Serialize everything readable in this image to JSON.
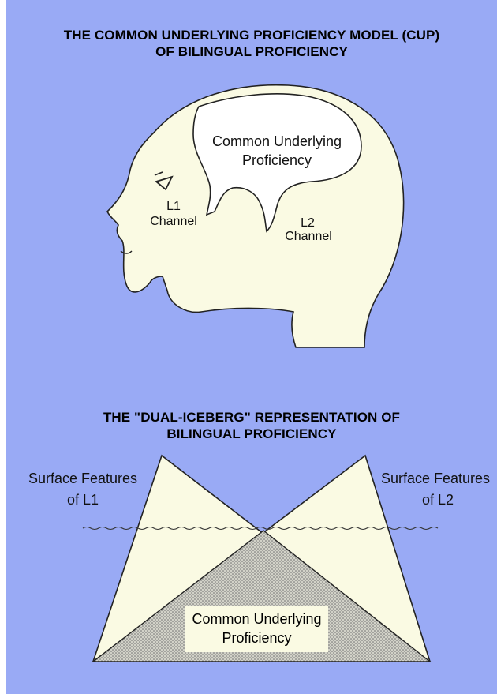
{
  "title_top": {
    "line1": "THE COMMON  UNDERLYING PROFICIENCY MODEL (CUP)",
    "line2": "OF BILINGUAL PROFICIENCY"
  },
  "head_diagram": {
    "cup_line1": "Common Underlying",
    "cup_line2": "Proficiency",
    "l1_line1": "L1",
    "l1_line2": "Channel",
    "l2_line1": "L2",
    "l2_line2": "Channel"
  },
  "title_bottom": {
    "line1": "THE \"DUAL-ICEBERG\" REPRESENTATION OF",
    "line2": "BILINGUAL PROFICIENCY"
  },
  "iceberg_diagram": {
    "surface_l1_line1": "Surface Features",
    "surface_l1_line2": "of L1",
    "surface_l2_line1": "Surface Features",
    "surface_l2_line2": "of L2",
    "cup_line1": "Common Underlying",
    "cup_line2": "Proficiency"
  },
  "colors": {
    "background": "#99aaf5",
    "fill_cream": "#fafae3",
    "outline": "#222222",
    "stipple": "#a8a8a8"
  }
}
